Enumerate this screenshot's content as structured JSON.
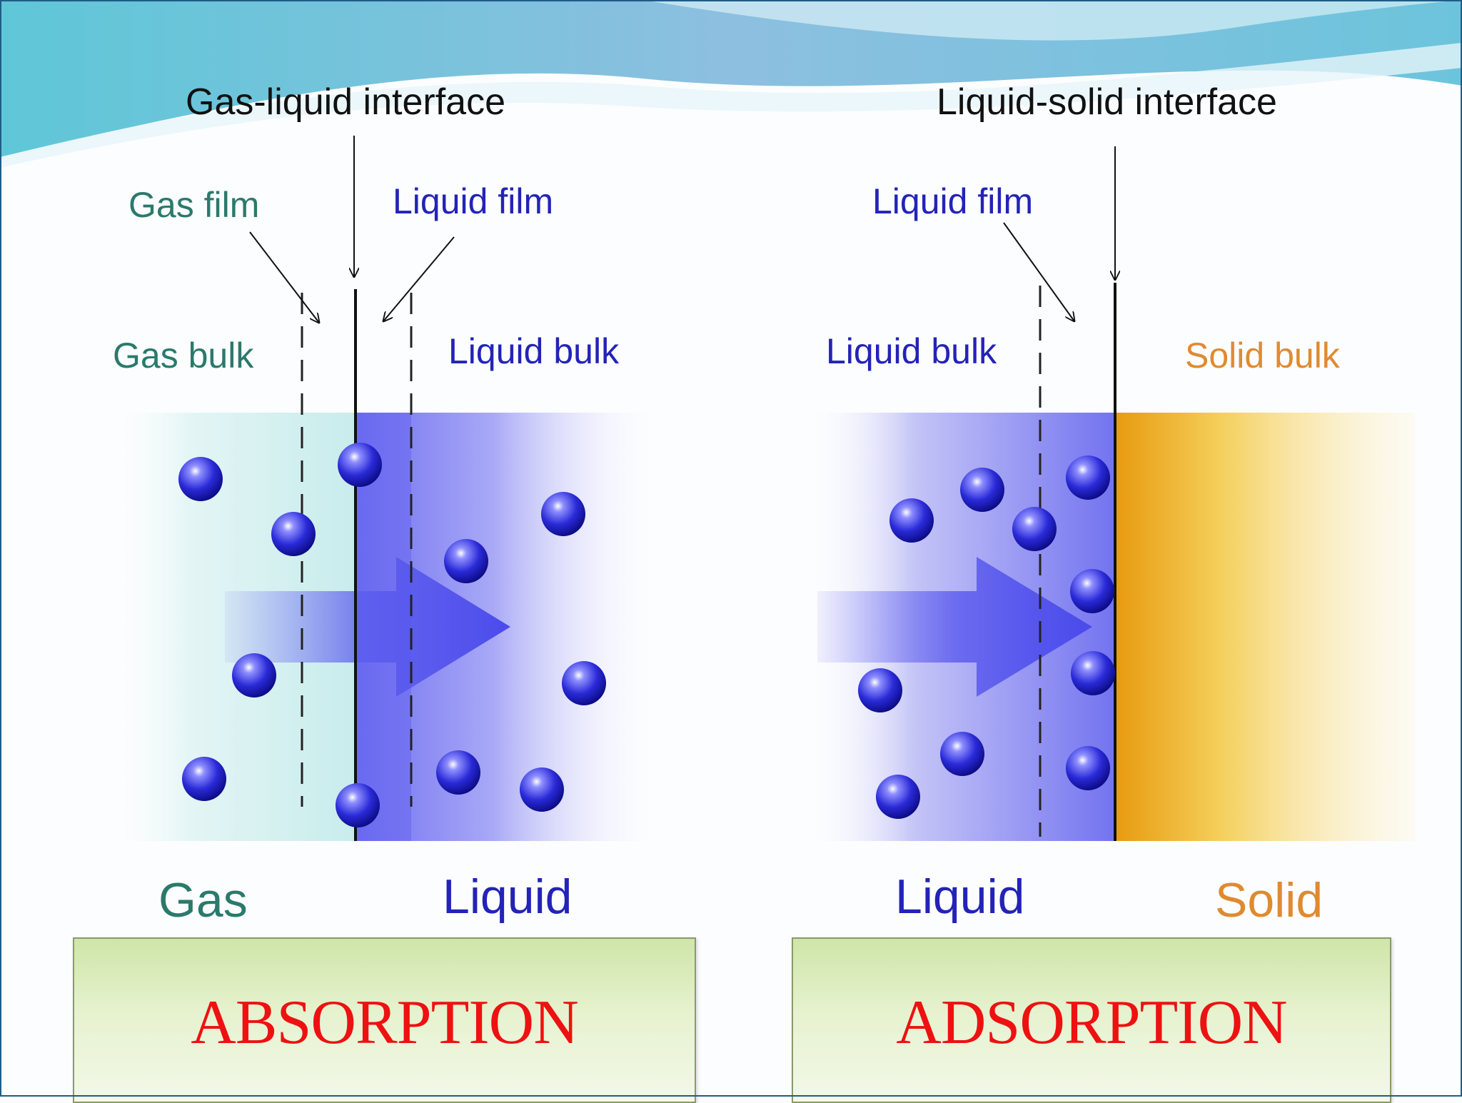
{
  "colors": {
    "gas": "#2a7a6c",
    "liquid": "#2323b8",
    "solid": "#e08a30",
    "box_title": "#ee1111",
    "frame": "#1f5c86"
  },
  "absorption": {
    "interface_label": "Gas-liquid interface",
    "gas_film": "Gas film",
    "liquid_film": "Liquid film",
    "gas_bulk": "Gas bulk",
    "liquid_bulk": "Liquid bulk",
    "phase_left": "Gas",
    "phase_right": "Liquid",
    "title": "ABSORPTION"
  },
  "adsorption": {
    "interface_label": "Liquid-solid interface",
    "liquid_film": "Liquid film",
    "liquid_bulk": "Liquid bulk",
    "solid_bulk": "Solid bulk",
    "phase_left": "Liquid",
    "phase_right": "Solid",
    "title": "ADSORPTION"
  }
}
